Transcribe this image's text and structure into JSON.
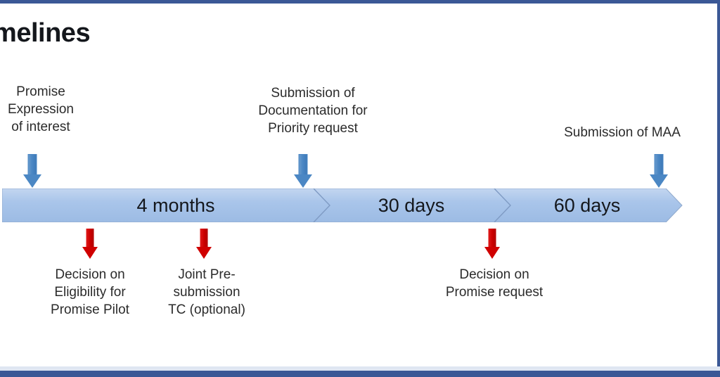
{
  "page": {
    "title_visible": "imelines",
    "title_full": "Timelines",
    "frame_color": "#3b5896",
    "background": "#ffffff"
  },
  "colors": {
    "band_fill": "#a8c4e8",
    "band_stroke": "#8fa9cc",
    "blue_arrow": "#4b87c4",
    "red_arrow": "#d00000",
    "text": "#2b2b2b",
    "frame": "#3b5896"
  },
  "chart_data": {
    "type": "timeline",
    "title": "Timelines",
    "segments": [
      {
        "label": "4 months",
        "order": 1
      },
      {
        "label": "30 days",
        "order": 2
      },
      {
        "label": "60 days",
        "order": 3
      }
    ],
    "milestones_above": [
      {
        "label": "Promise\nExpression\nof interest",
        "marker": "blue-down-arrow",
        "at_segment": "start"
      },
      {
        "label": "Submission of\nDocumentation for\nPriority request",
        "marker": "blue-down-arrow",
        "at_segment": "4 months end"
      },
      {
        "label": "Submission of MAA",
        "marker": "blue-down-arrow",
        "at_segment": "60 days end"
      }
    ],
    "milestones_below": [
      {
        "label": "Decision on\nEligibility for\nPromise Pilot",
        "marker": "red-down-arrow",
        "at_segment": "4 months"
      },
      {
        "label": "Joint Pre-\nsubmission\nTC (optional)",
        "marker": "red-down-arrow",
        "at_segment": "4 months"
      },
      {
        "label": "Decision on\nPromise request",
        "marker": "red-down-arrow",
        "at_segment": "30 days end"
      }
    ],
    "direction": "left-to-right",
    "legend": []
  },
  "timeline": {
    "segments": [
      {
        "label": "4 months"
      },
      {
        "label": "30 days"
      },
      {
        "label": "60 days"
      }
    ],
    "top_labels": [
      {
        "text": "Promise\nExpression\nof interest"
      },
      {
        "text": "Submission of\nDocumentation for\nPriority request"
      },
      {
        "text": "Submission of MAA"
      }
    ],
    "bottom_labels": [
      {
        "text": "Decision on\nEligibility for\nPromise Pilot"
      },
      {
        "text": "Joint Pre-\nsubmission\nTC (optional)"
      },
      {
        "text": "Decision on\nPromise request"
      }
    ]
  }
}
